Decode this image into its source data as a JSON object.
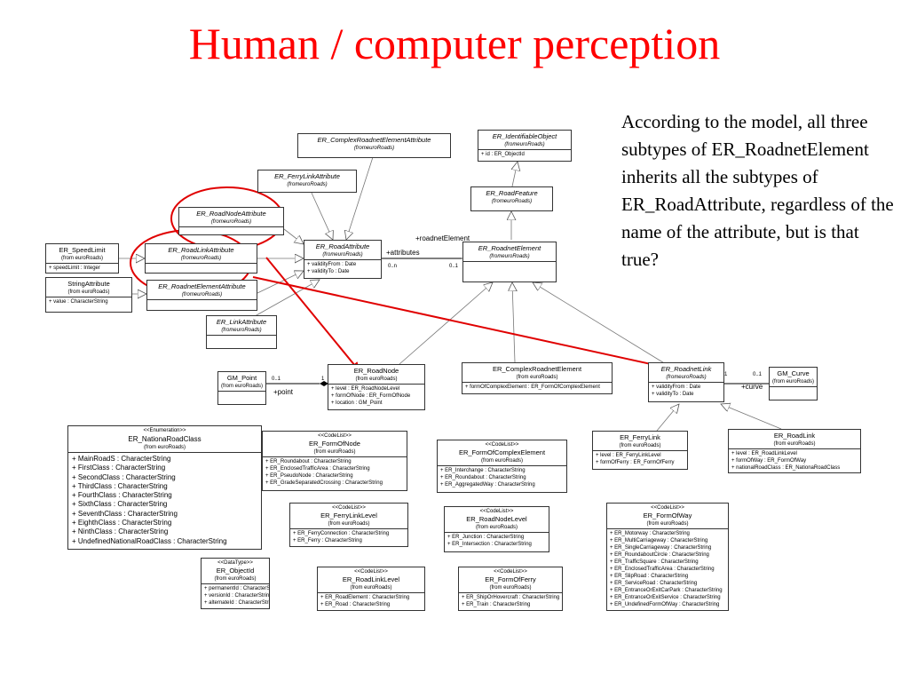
{
  "title": "Human / computer perception",
  "description": "According to the model, all three subtypes of ER_RoadnetElement inherits all the subtypes of ER_RoadAttribute, regardless of the name of the attribute, but is that true?",
  "colors": {
    "title": "#ff0000",
    "highlight": "#e00000"
  },
  "boxes": {
    "complex_attr": {
      "name": "ER_ComplexRoadnetElementAttribute",
      "from": "(fromeuroRoads)"
    },
    "identifiable": {
      "name": "ER_IdentifiableObject",
      "from": "(fromeuroRoads)",
      "attrs": [
        "+ id : ER_ObjectId"
      ]
    },
    "ferrylink_attr": {
      "name": "ER_FerryLinkAttribute",
      "from": "(fromeuroRoads)"
    },
    "roadfeature": {
      "name": "ER_RoadFeature",
      "from": "(fromeuroRoads)"
    },
    "roadnode_attr": {
      "name": "ER_RoadNodeAttribute",
      "from": "(fromeuroRoads)"
    },
    "speedlimit": {
      "name": "ER_SpeedLimit",
      "from": "(from euroRoads)",
      "attrs": [
        "+ speedLimit : Integer"
      ]
    },
    "roadlink_attr": {
      "name": "ER_RoadLinkAttribute",
      "from": "(fromeuroRoads)"
    },
    "roadattribute": {
      "name": "ER_RoadAttribute",
      "from": "(fromeuroRoads)",
      "attrs": [
        "+ validityFrom : Date",
        "+ validityTo : Date"
      ]
    },
    "roadnetelement": {
      "name": "ER_RoadnetElement",
      "from": "(fromeuroRoads)"
    },
    "stringattr": {
      "name": "StringAttribute",
      "from": "(from euroRoads)",
      "attrs": [
        "+ value : CharacterString"
      ]
    },
    "roadnetelem_attr": {
      "name": "ER_RoadnetElementAttribute",
      "from": "(fromeuroRoads)"
    },
    "linkattr": {
      "name": "ER_LinkAttribute",
      "from": "(fromeuroRoads)"
    },
    "gm_point": {
      "name": "GM_Point",
      "from": "(from euroRoads)"
    },
    "roadnode": {
      "name": "ER_RoadNode",
      "from": "(from euroRoads)",
      "attrs": [
        "+ level : ER_RoadNodeLevel",
        "+ formOfNode : ER_FormOfNode",
        "+ location : GM_Point"
      ]
    },
    "complexroadnet": {
      "name": "ER_ComplexRoadnetElement",
      "from": "(from euroRoads)",
      "attrs": [
        "+ formOfComplexElement : ER_FormOfComplexElement"
      ]
    },
    "roadnetlink": {
      "name": "ER_RoadnetLink",
      "from": "(fromeuroRoads)",
      "attrs": [
        "+ validityFrom : Date",
        "+ validityTo : Date"
      ]
    },
    "gm_curve": {
      "name": "GM_Curve",
      "from": "(from euroRoads)"
    },
    "nationaroadclass": {
      "stereo": "<<Enumeration>>",
      "name": "ER_NationaRoadClass",
      "from": "(from euroRoads)",
      "attrs": [
        "+ MainRoadS : CharacterString",
        "+ FirstClass : CharacterString",
        "+ SecondClass : CharacterString",
        "+ ThirdClass : CharacterString",
        "+ FourthClass : CharacterString",
        "+ SixthClass : CharacterString",
        "+ SeventhClass : CharacterString",
        "+ EighthClass : CharacterString",
        "+ NinthClass : CharacterString",
        "+ UndefinedNationalRoadClass : CharacterString"
      ]
    },
    "formofnode": {
      "stereo": "<<CodeList>>",
      "name": "ER_FormOfNode",
      "from": "(from euroRoads)",
      "attrs": [
        "+ ER_Roundabout : CharacterString",
        "+ ER_EnclosedTrafficArea : CharacterString",
        "+ ER_PseudoNode : CharacterString",
        "+ ER_GradeSeparatedCrossing : CharacterString"
      ]
    },
    "formofcomplex": {
      "stereo": "<<CodeList>>",
      "name": "ER_FormOfComplexElement",
      "from": "(from euroRoads)",
      "attrs": [
        "+ ER_Interchange : CharacterString",
        "+ ER_Roundabout : CharacterString",
        "+ ER_AggregatedWay : CharacterString"
      ]
    },
    "ferrylink": {
      "name": "ER_FerryLink",
      "from": "(from euroRoads)",
      "attrs": [
        "+ level : ER_FerryLinkLevel",
        "+ formOfFerry : ER_FormOfFerry"
      ]
    },
    "roadlink": {
      "name": "ER_RoadLink",
      "from": "(from euroRoads)",
      "attrs": [
        "+ level : ER_RoadLinkLevel",
        "+ formOfWay : ER_FormOfWay",
        "+ nationalRoadClass : ER_NationaRoadClass"
      ]
    },
    "ferrylinklevel": {
      "stereo": "<<CodeList>>",
      "name": "ER_FerryLinkLevel",
      "from": "(from euroRoads)",
      "attrs": [
        "+ ER_FerryConnection : CharacterString",
        "+ ER_Ferry : CharacterString"
      ]
    },
    "roadnodelevel": {
      "stereo": "<<CodeList>>",
      "name": "ER_RoadNodeLevel",
      "from": "(from euroRoads)",
      "attrs": [
        "+ ER_Junction : CharacterString",
        "+ ER_Intersection : CharacterString"
      ]
    },
    "formofway": {
      "stereo": "<<CodeList>>",
      "name": "ER_FormOfWay",
      "from": "(from euroRoads)",
      "attrs": [
        "+ ER_Motorway : CharacterString",
        "+ ER_MultiCarriageway : CharacterString",
        "+ ER_SingleCarriageway : CharacterString",
        "+ ER_RoundaboutCircle : CharacterString",
        "+ ER_TrafficSquare : CharacterString",
        "+ ER_EnclosedTrafficArea : CharacterString",
        "+ ER_SlipRoad : CharacterString",
        "+ ER_ServiceRoad : CharacterString",
        "+ ER_EntranceOrExitCarPark : CharacterString",
        "+ ER_EntranceOrExitService : CharacterString",
        "+ ER_UndefinedFormOfWay : CharacterString"
      ]
    },
    "objectid": {
      "stereo": "<<DataType>>",
      "name": "ER_ObjectId",
      "from": "(from euroRoads)",
      "attrs": [
        "+ permanentId : CharacterString",
        "+ versionId : CharacterString",
        "+ alternateId : CharacterString"
      ]
    },
    "roadlinklevel": {
      "stereo": "<<CodeList>>",
      "name": "ER_RoadLinkLevel",
      "from": "(from euroRoads)",
      "attrs": [
        "+ ER_RoadElement : CharacterString",
        "+ ER_Road : CharacterString"
      ]
    },
    "formofferry": {
      "stereo": "<<CodeList>>",
      "name": "ER_FormOfFerry",
      "from": "(from euroRoads)",
      "attrs": [
        "+ ER_ShipOrHovercraft : CharacterString",
        "+ ER_Train : CharacterString"
      ]
    }
  },
  "labels": {
    "roadnet_element_role": "+roadnetElement",
    "attributes_role": "+attributes",
    "mult_0n": "0..n",
    "mult_01_a": "0..1",
    "mult_01_point": "0..1",
    "mult_1_point": "1",
    "point_role": "+point",
    "mult_1_curve": "1",
    "mult_01_curve": "0..1",
    "curve_role": "+curve"
  }
}
